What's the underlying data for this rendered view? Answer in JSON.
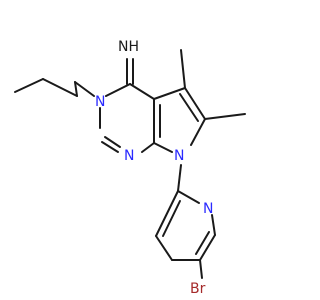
{
  "molecule": {
    "atoms": {
      "imine_nh": "NH",
      "n_butyl": "N",
      "n_pyrimidine": "N",
      "n_pyrrole": "N",
      "n_pyridine": "N",
      "bromine": "Br"
    },
    "colors": {
      "bond": "#1a1a1a",
      "nitrogen": "#2a2aff",
      "bromine": "#a52a2a"
    }
  }
}
